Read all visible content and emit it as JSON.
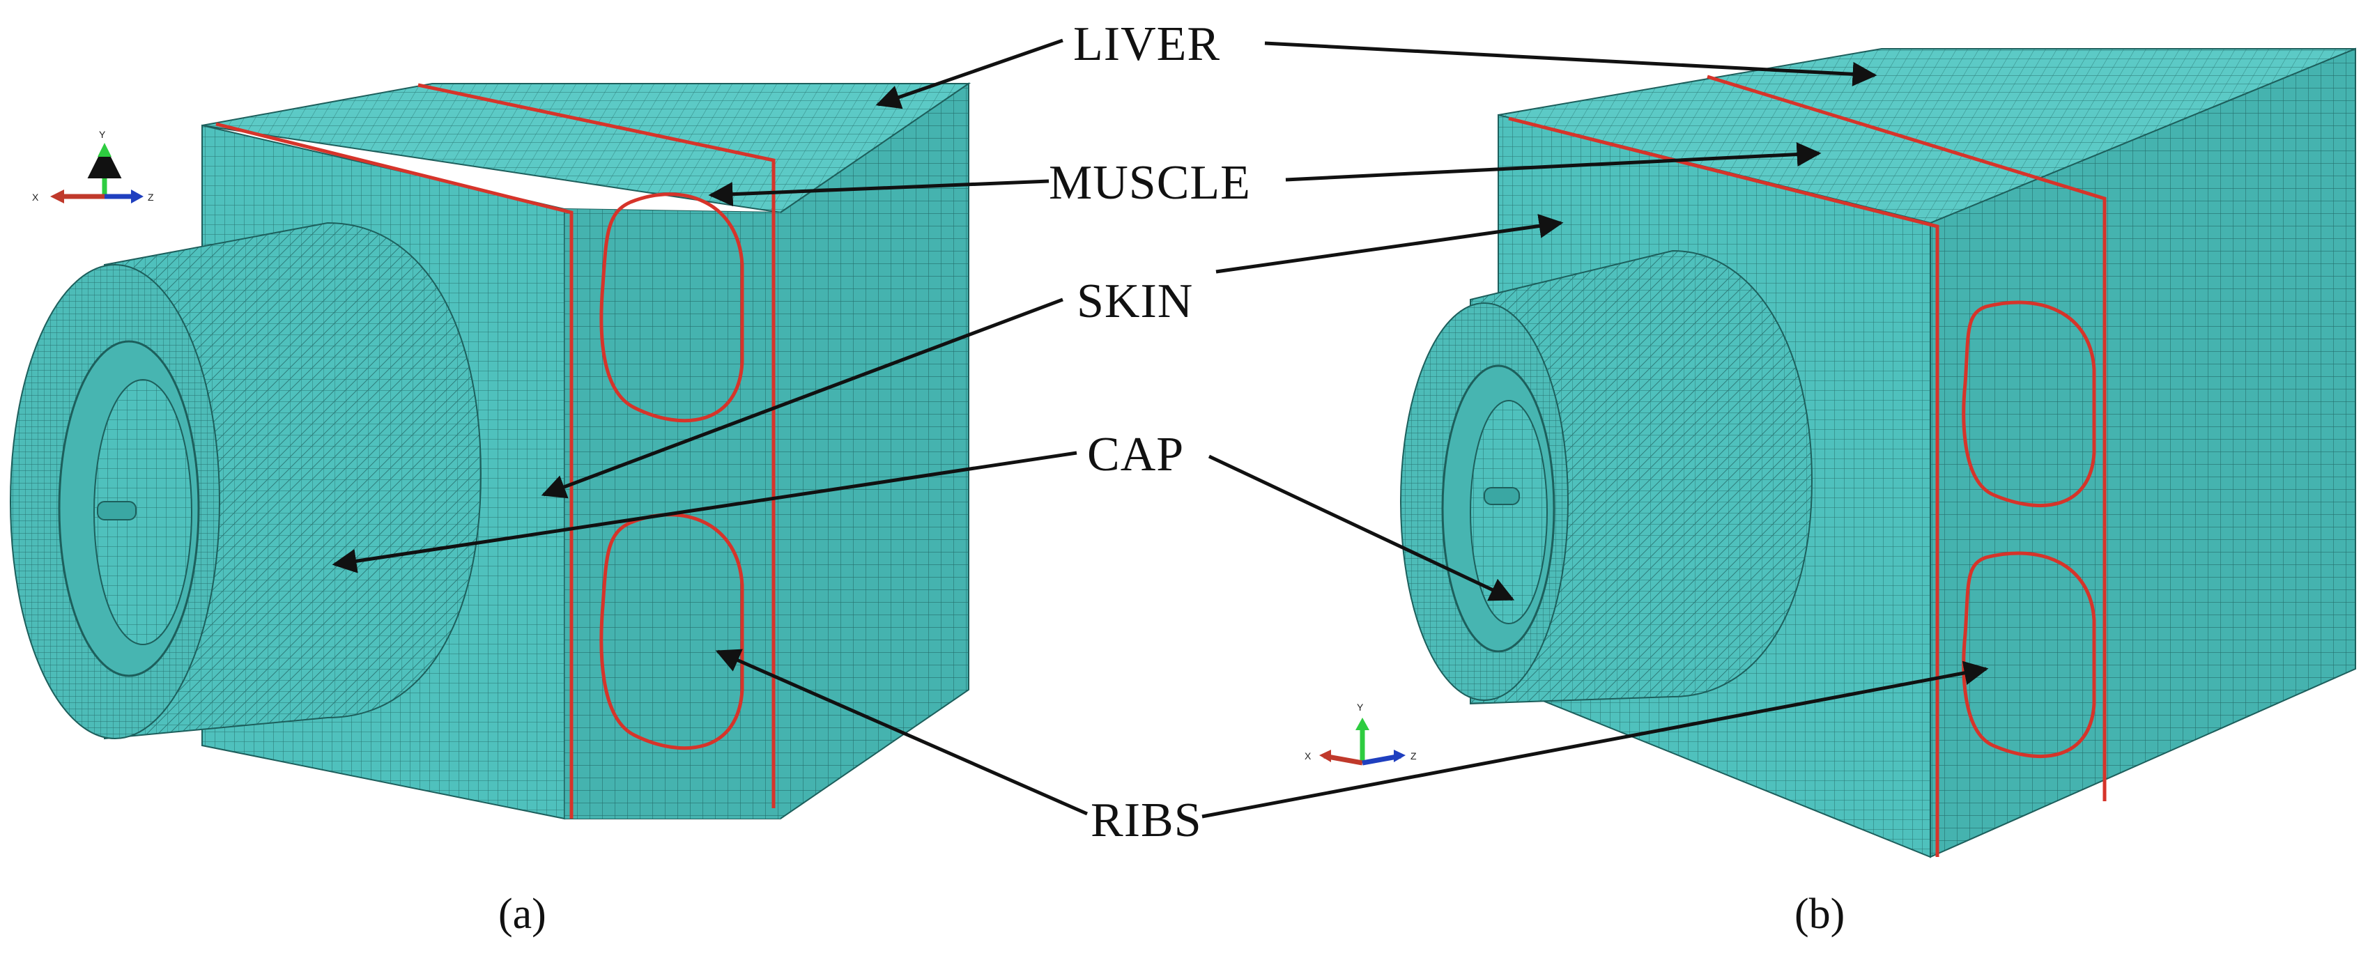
{
  "labels": {
    "liver": "LIVER",
    "muscle": "MUSCLE",
    "skin": "SKIN",
    "cap": "CAP",
    "ribs": "RIBS"
  },
  "captions": {
    "a": "(a)",
    "b": "(b)"
  },
  "triad": {
    "x": "X",
    "y": "Y",
    "z": "Z"
  },
  "colors": {
    "mesh_fill": "#4fc1bd",
    "mesh_face_top": "#5ccac6",
    "mesh_face_side": "#45b3af",
    "mesh_line": "#1d5f5c",
    "boundary_red": "#d6342a",
    "arrow": "#111111",
    "axis_x": "#c0392b",
    "axis_y": "#2ecc40",
    "axis_z": "#1f3fbf"
  }
}
